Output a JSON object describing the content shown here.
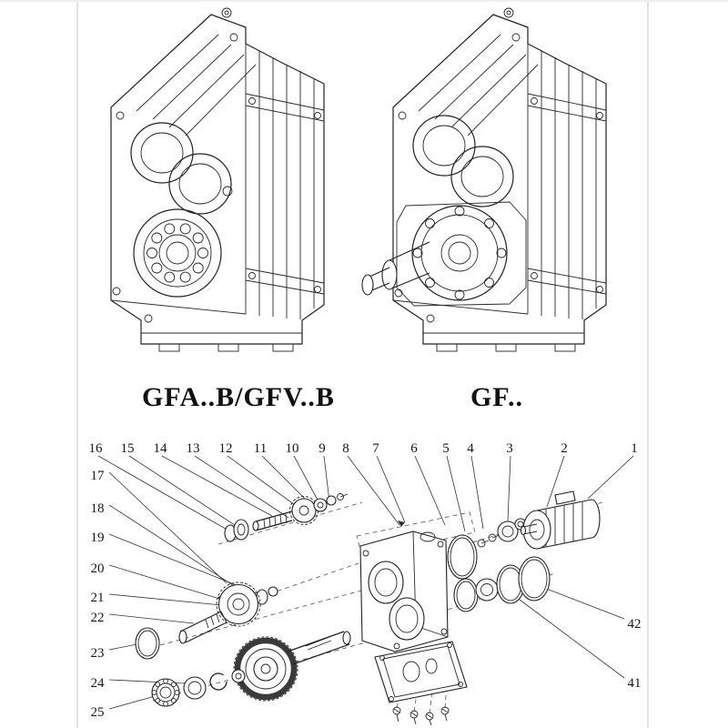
{
  "colors": {
    "ink": "#1f1f1f",
    "background": "#ffffff"
  },
  "models": {
    "left_label": "GFA..B/GFV..B",
    "right_label": "GF.."
  },
  "exploded": {
    "top_numbers": [
      "16",
      "15",
      "14",
      "13",
      "12",
      "11",
      "10",
      "9",
      "8",
      "7",
      "6",
      "5",
      "4",
      "3",
      "2",
      "1"
    ],
    "left_numbers": [
      "17",
      "18",
      "19",
      "20",
      "21",
      "22",
      "23",
      "24",
      "25"
    ],
    "right_numbers": [
      "42",
      "41"
    ]
  }
}
